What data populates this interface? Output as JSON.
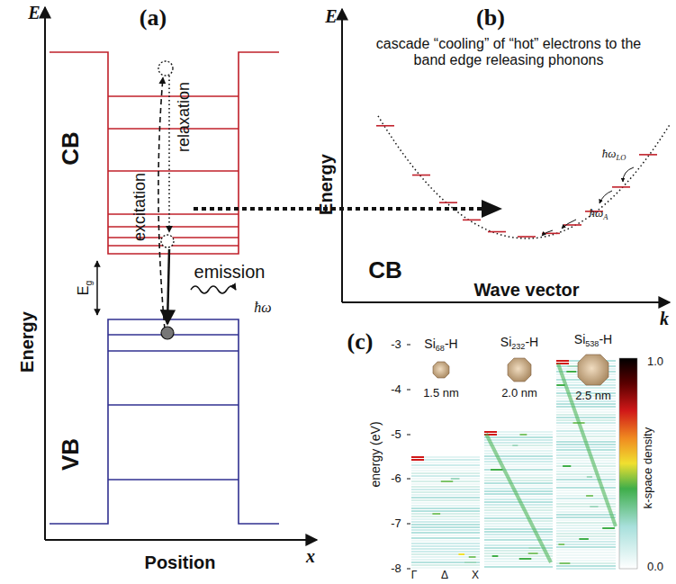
{
  "diagram": {
    "labels": [
      "(a)",
      "E",
      "CB",
      "VB",
      "Energy",
      "Position",
      "x",
      "excitation",
      "relaxation",
      "emission",
      "E",
      "g",
      "ħω",
      "(b)",
      "E",
      "cascade “cooling” of “hot” electrons to the band edge releasing phonons",
      "Energy",
      "CB",
      "Wave vector",
      "k",
      "ħω",
      "LO",
      "ħω",
      "A",
      "(c)",
      "-3",
      "-4",
      "-5",
      "-6",
      "-7",
      "-8",
      "energy (eV)",
      "Si",
      "68",
      "-H",
      "Si",
      "232",
      "-H",
      "Si",
      "538",
      "-H",
      "1.5 nm",
      "2.0 nm",
      "2.5 nm",
      "1.0",
      "k-space density",
      "0.0",
      "Γ",
      "Δ",
      "X"
    ]
  }
}
